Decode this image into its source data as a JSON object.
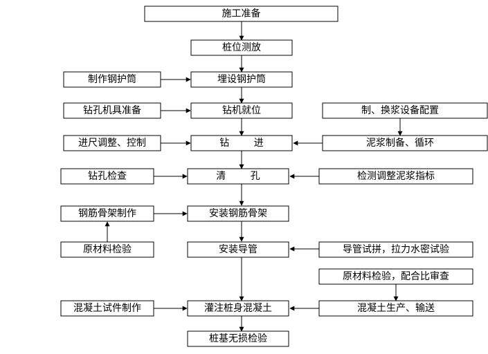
{
  "diagram": {
    "line_color": "#000000",
    "box_fill": "#ffffff",
    "nodes": {
      "prep": "施工准备",
      "survey": "桩位测放",
      "casing_make": "制作钢护筒",
      "casing_bury": "埋设钢护筒",
      "rig_prep": "钻孔机具准备",
      "rig_pos": "钻机就位",
      "slurry_equip": "制、换浆设备配置",
      "feed_ctrl": "进尺调整、控制",
      "drill": "钻        进",
      "slurry_make": "泥浆制备、循环",
      "hole_check": "钻孔检查",
      "clean": "清        孔",
      "slurry_index": "检测调整泥浆指标",
      "cage_make": "钢筋骨架制作",
      "cage_install": "安装钢筋骨架",
      "material_check": "原材料检验",
      "tremie_install": "安装导管",
      "tremie_test": "导管试拼，拉力水密试验",
      "mix_check": "原材料检验，配合比审查",
      "specimen": "混凝土试件制作",
      "pour": "灌注桩身混凝土",
      "concrete_prod": "混凝土生产、输送",
      "ndt": "桩基无损检验"
    }
  }
}
